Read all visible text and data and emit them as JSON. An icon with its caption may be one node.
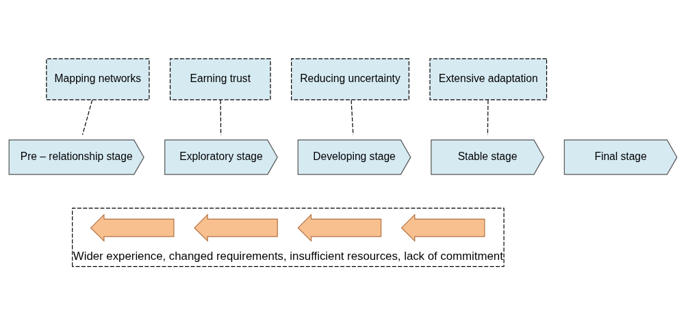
{
  "diagram": {
    "nodes": [
      {
        "text": [
          "Mapping networks"
        ]
      },
      {
        "text": [
          "Earning trust"
        ]
      },
      {
        "text": [
          "Reducing uncertainty"
        ]
      },
      {
        "text": [
          "Extensive adaptation"
        ]
      },
      {
        "text": [
          "Pre – relationship stage"
        ]
      },
      {
        "text": [
          "Exploratory stage"
        ]
      },
      {
        "text": [
          "Developing stage"
        ]
      },
      {
        "text": [
          "Stable stage"
        ]
      },
      {
        "text": [
          "Final stage"
        ]
      },
      {
        "text": [
          "Wider experience, changed requirements, insufficient resources, lack of commitment"
        ]
      },
      {
        "text": [],
        "shape": "arrow",
        "in": 9
      },
      {
        "text": [],
        "shape": "arrow",
        "in": 9
      },
      {
        "text": [],
        "shape": "arrow",
        "in": 9
      },
      {
        "text": [],
        "shape": "arrow",
        "in": 9
      }
    ],
    "edges": [
      {
        "from": 0,
        "to": 4,
        "arrow": "none",
        "style": "dashed"
      },
      {
        "from": 1,
        "to": 5,
        "arrow": "none",
        "style": "dashed"
      },
      {
        "from": 2,
        "to": 6,
        "arrow": "none",
        "style": "dashed"
      },
      {
        "from": 3,
        "to": 7,
        "arrow": "none",
        "style": "dashed"
      }
    ]
  }
}
